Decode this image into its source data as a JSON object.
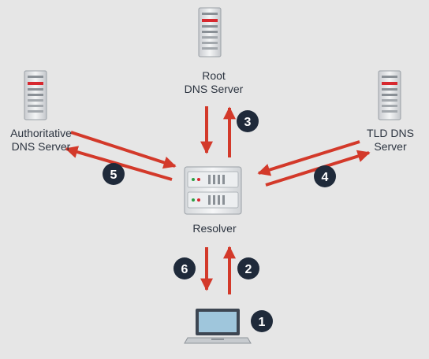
{
  "nodes": {
    "root": {
      "line1": "Root",
      "line2": "DNS Server"
    },
    "authoritative": {
      "line1": "Authoritative",
      "line2": "DNS Server"
    },
    "tld": {
      "line1": "TLD DNS",
      "line2": "Server"
    },
    "resolver": {
      "label": "Resolver"
    }
  },
  "steps": [
    "1",
    "2",
    "3",
    "4",
    "5",
    "6"
  ],
  "colors": {
    "background": "#e6e6e6",
    "arrow": "#d3392a",
    "badge": "#1f2a3a",
    "text": "#2c3440"
  }
}
